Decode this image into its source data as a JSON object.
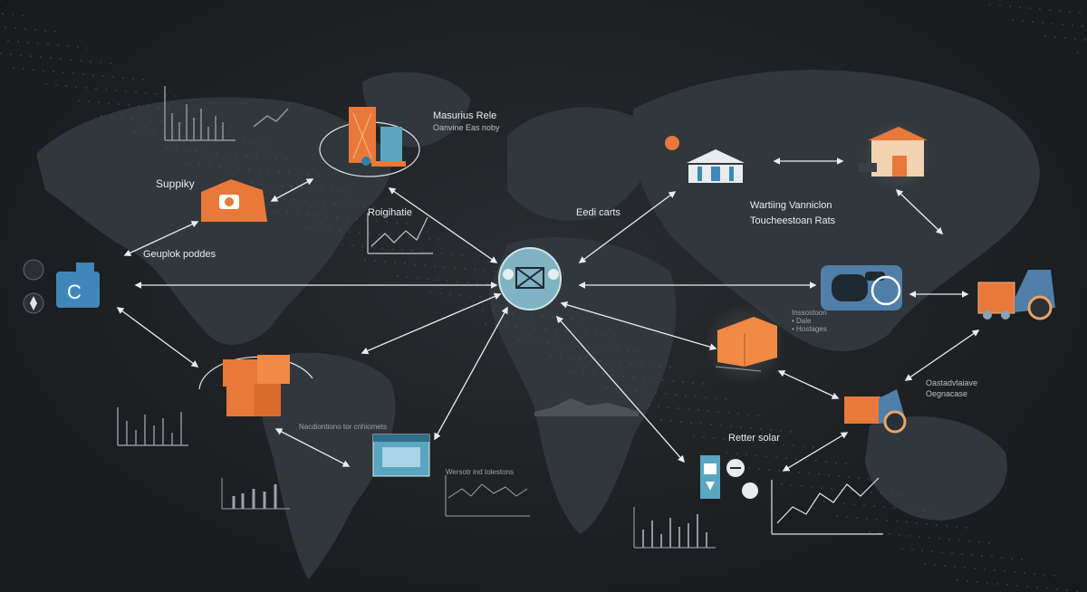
{
  "labels": {
    "supply": "Suppiky",
    "geuplok": "Geuplok poddes",
    "masurius_title": "Masurius Rele",
    "masurius_sub": "Oanvine Eas noby",
    "roigihatie": "Roigihatie",
    "eedi_carts": "Eedi carts",
    "warehouse_title": "Wartiing Vanniclon",
    "warehouse_sub": "Toucheestoan Rats",
    "list": [
      "Inssostoon",
      "Dale",
      "Hostages"
    ],
    "retter": "Retter solar",
    "oastad_1": "Oastadvlaiave",
    "oastad_2": "Oegnacase",
    "chart_caption_a": "Nacdiontiono tor cnhiomets",
    "chart_caption_b": "Wersotr ind tolestons"
  },
  "colors": {
    "background": "#1c1e21",
    "land": "#33393e",
    "accent_orange": "#e8793a",
    "accent_blue": "#4f7fa8",
    "hub_teal": "#7fb3c2",
    "arrow": "#e9edf0"
  },
  "icons": [
    "warehouse-icon",
    "factory-crates-icon",
    "camera-box-icon",
    "hub-icon",
    "bank-icon",
    "truck-icon",
    "boxes-icon",
    "storefront-icon",
    "conveyor-icon",
    "forklift-icon",
    "scanner-icon",
    "container-icon"
  ]
}
